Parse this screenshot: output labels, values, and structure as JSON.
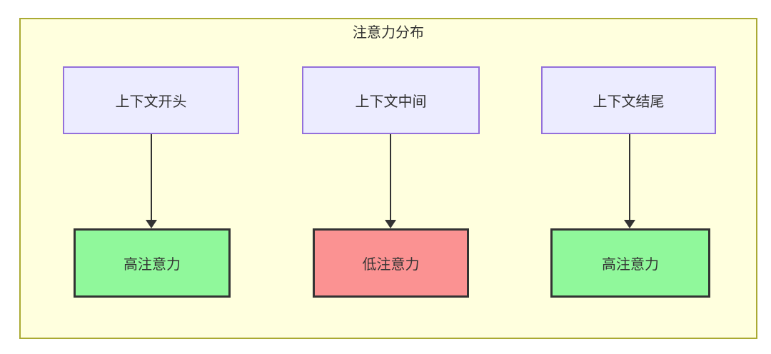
{
  "diagram": {
    "title": "注意力分布",
    "columns": [
      {
        "source": "上下文开头",
        "target": "高注意力",
        "target_type": "high"
      },
      {
        "source": "上下文中间",
        "target": "低注意力",
        "target_type": "low"
      },
      {
        "source": "上下文结尾",
        "target": "高注意力",
        "target_type": "high"
      }
    ],
    "colors": {
      "container_fill": "#FFFFDE",
      "container_border": "#AAAA33",
      "source_fill": "#ECECFF",
      "source_border": "#9370DB",
      "high_fill": "#90F89B",
      "low_fill": "#FB9292",
      "target_border": "#333333",
      "text": "#333333",
      "arrow": "#333333"
    }
  }
}
